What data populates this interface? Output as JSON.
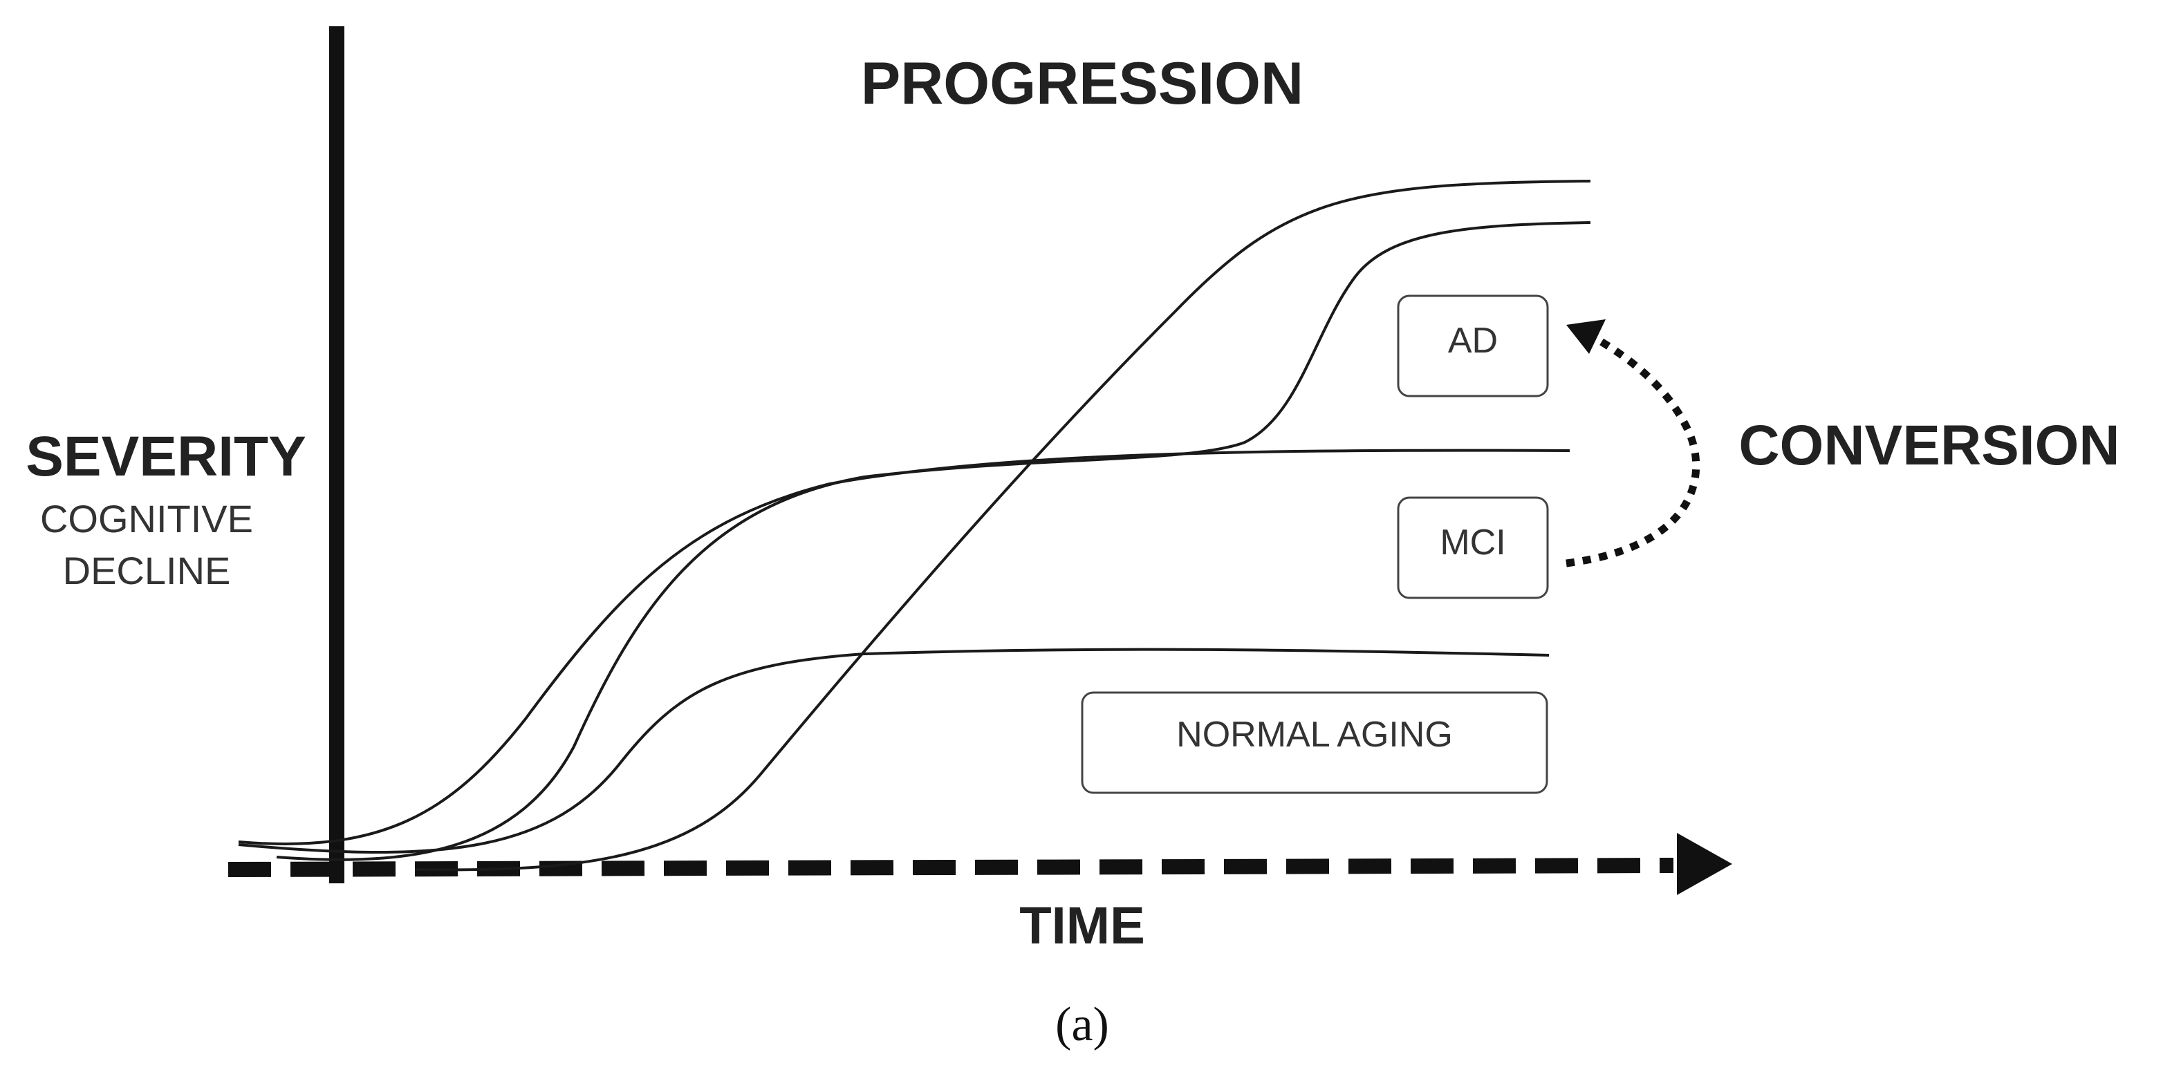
{
  "title": "PROGRESSION",
  "y_axis": {
    "label": "SEVERITY",
    "sublabel_line1": "COGNITIVE",
    "sublabel_line2": "DECLINE"
  },
  "x_axis": {
    "label": "TIME"
  },
  "boxes": {
    "ad": "AD",
    "mci": "MCI",
    "normal": "NORMAL AGING"
  },
  "conversion_label": "CONVERSION",
  "caption": "(a)",
  "colors": {
    "ink": "#1a1a1a",
    "box_border": "#444444"
  }
}
